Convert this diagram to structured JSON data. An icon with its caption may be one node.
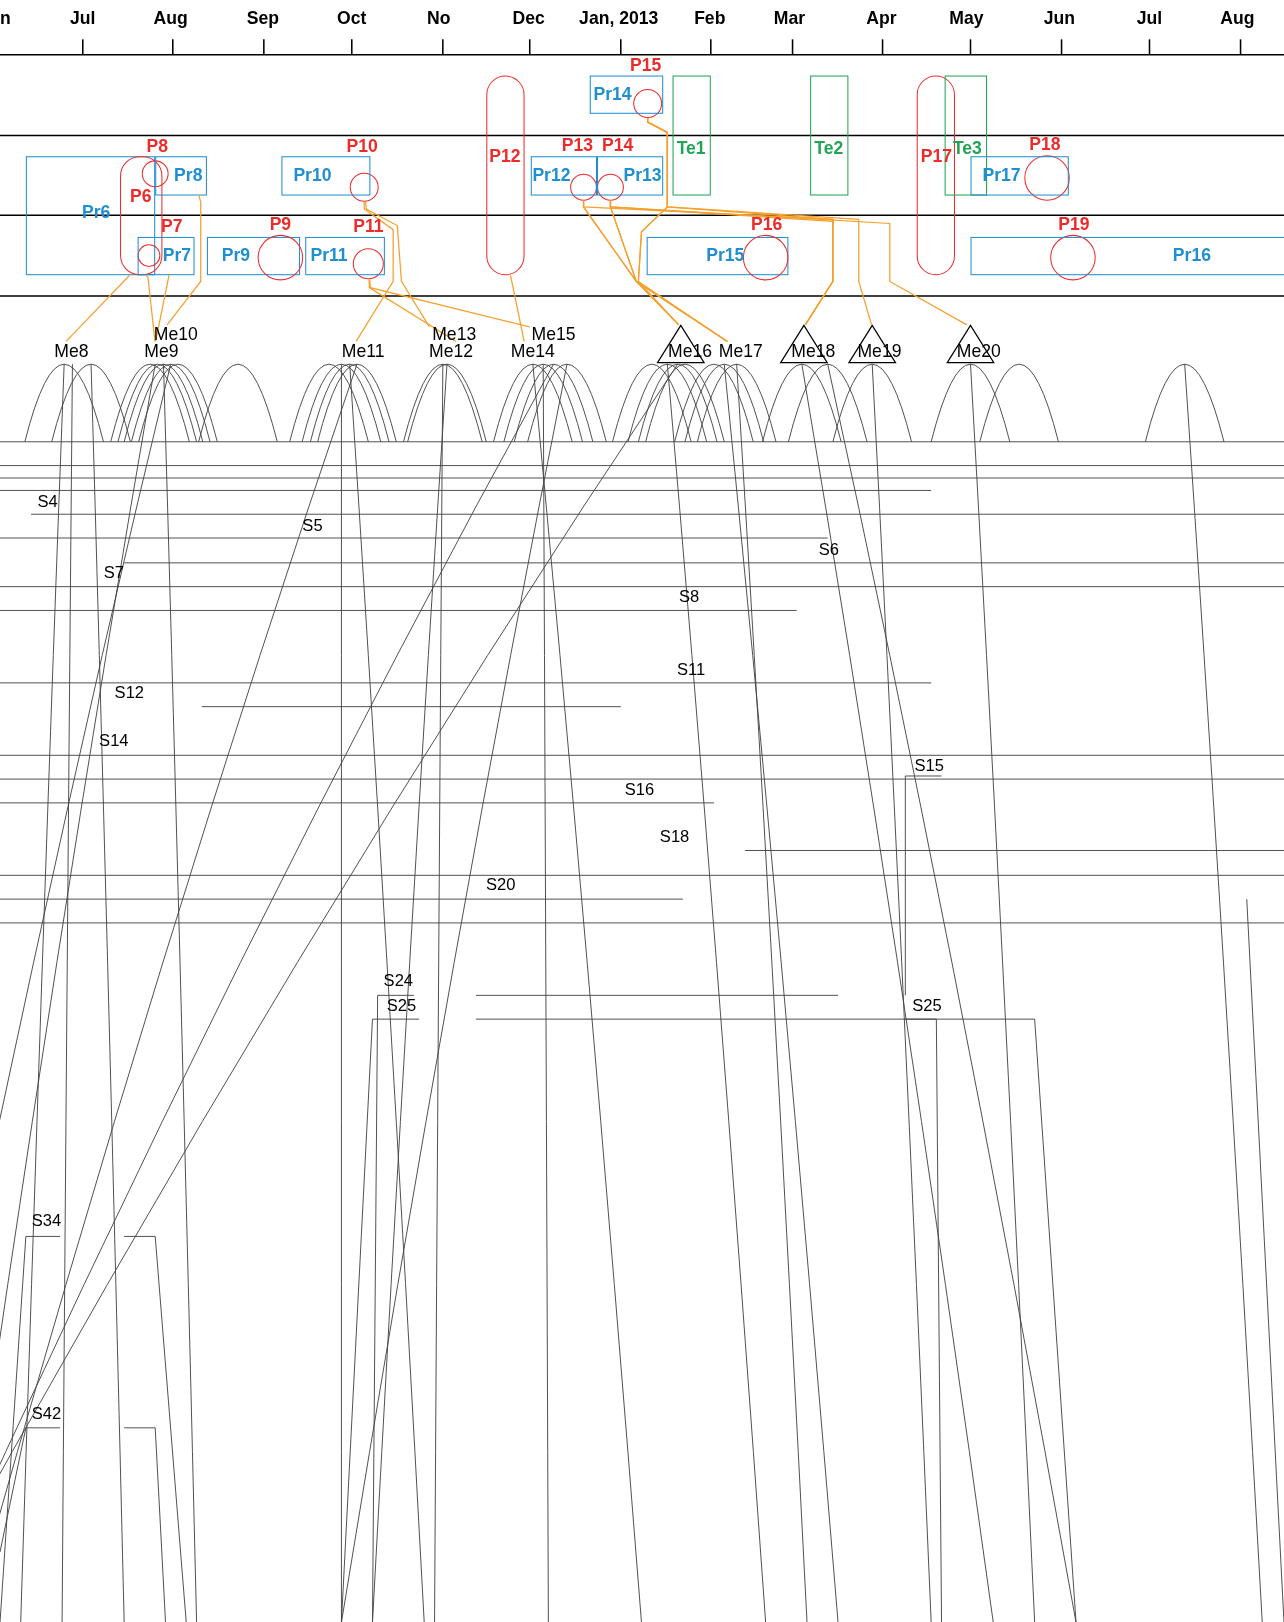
{
  "diagram": {
    "nodes": [
      {
        "text": [
          "P15"
        ]
      },
      {
        "text": [
          "Pr14"
        ]
      },
      {
        "text": [
          "P12"
        ]
      },
      {
        "text": [
          "Te1"
        ]
      },
      {
        "text": [
          "Te2"
        ]
      },
      {
        "text": [
          "P17"
        ]
      },
      {
        "text": [
          "Te3"
        ]
      },
      {
        "text": [
          "Pr6"
        ]
      },
      {
        "text": [
          "P6"
        ]
      },
      {
        "text": [
          "P8"
        ]
      },
      {
        "text": [
          "Pr8"
        ]
      },
      {
        "text": [
          "P10"
        ]
      },
      {
        "text": [
          "Pr10"
        ]
      },
      {
        "text": [
          "P13"
        ]
      },
      {
        "text": [
          "Pr12"
        ]
      },
      {
        "text": [
          "P14"
        ]
      },
      {
        "text": [
          "Pr13"
        ]
      },
      {
        "text": [
          "P18"
        ]
      },
      {
        "text": [
          "Pr17"
        ]
      },
      {
        "text": [
          "P7"
        ]
      },
      {
        "text": [
          "Pr7"
        ]
      },
      {
        "text": [
          "Pr9"
        ]
      },
      {
        "text": [
          "P9"
        ]
      },
      {
        "text": [
          "P11"
        ]
      },
      {
        "text": [
          "Pr11"
        ]
      },
      {
        "text": [
          "Pr15"
        ]
      },
      {
        "text": [
          "P16"
        ]
      },
      {
        "text": [
          "P19"
        ]
      },
      {
        "text": [
          "Pr16"
        ]
      },
      {
        "text": [
          "Me10"
        ]
      },
      {
        "text": [
          "Me13"
        ]
      },
      {
        "text": [
          "Me15"
        ]
      },
      {
        "text": [
          "Me8"
        ]
      },
      {
        "text": [
          "Me9"
        ]
      },
      {
        "text": [
          "Me11"
        ]
      },
      {
        "text": [
          "Me12"
        ]
      },
      {
        "text": [
          "Me14"
        ]
      },
      {
        "text": [
          "Me16"
        ]
      },
      {
        "text": [
          "Me17"
        ]
      },
      {
        "text": [
          "Me18"
        ]
      },
      {
        "text": [
          "Me19"
        ]
      },
      {
        "text": [
          "Me20"
        ]
      }
    ],
    "edges": [
      {
        "from": 8,
        "to": 32,
        "arrow": "none"
      },
      {
        "from": 8,
        "to": 33,
        "arrow": "none"
      },
      {
        "from": 20,
        "to": 33,
        "arrow": "none"
      },
      {
        "from": 10,
        "to": 29,
        "arrow": "none"
      },
      {
        "from": 11,
        "to": 34,
        "arrow": "none"
      },
      {
        "from": 11,
        "to": 30,
        "arrow": "none"
      },
      {
        "from": 23,
        "to": 35,
        "arrow": "none"
      },
      {
        "from": 23,
        "to": 31,
        "arrow": "none"
      },
      {
        "from": 2,
        "to": 36,
        "arrow": "none"
      },
      {
        "from": 13,
        "to": 37,
        "arrow": "none"
      },
      {
        "from": 13,
        "to": 38,
        "arrow": "none"
      },
      {
        "from": 13,
        "to": 39,
        "arrow": "none"
      },
      {
        "from": 15,
        "to": 37,
        "arrow": "none"
      },
      {
        "from": 15,
        "to": 38,
        "arrow": "none"
      },
      {
        "from": 15,
        "to": 39,
        "arrow": "none"
      },
      {
        "from": 15,
        "to": 41,
        "arrow": "none"
      },
      {
        "from": 0,
        "to": 37,
        "arrow": "none"
      },
      {
        "from": 0,
        "to": 38,
        "arrow": "none"
      },
      {
        "from": 0,
        "to": 39,
        "arrow": "none"
      },
      {
        "from": 0,
        "to": 40,
        "arrow": "none"
      }
    ],
    "labels": [
      "n",
      "Jul",
      "Aug",
      "Sep",
      "Oct",
      "No",
      "Dec",
      "Jan, 2013",
      "Feb",
      "Mar",
      "Apr",
      "May",
      "Jun",
      "Jul",
      "Aug",
      "S4",
      "S5",
      "S6",
      "S7",
      "S8",
      "S11",
      "S12",
      "S14",
      "S15",
      "S16",
      "S18",
      "S20",
      "S24",
      "S25",
      "S25",
      "S34",
      "S42"
    ]
  }
}
